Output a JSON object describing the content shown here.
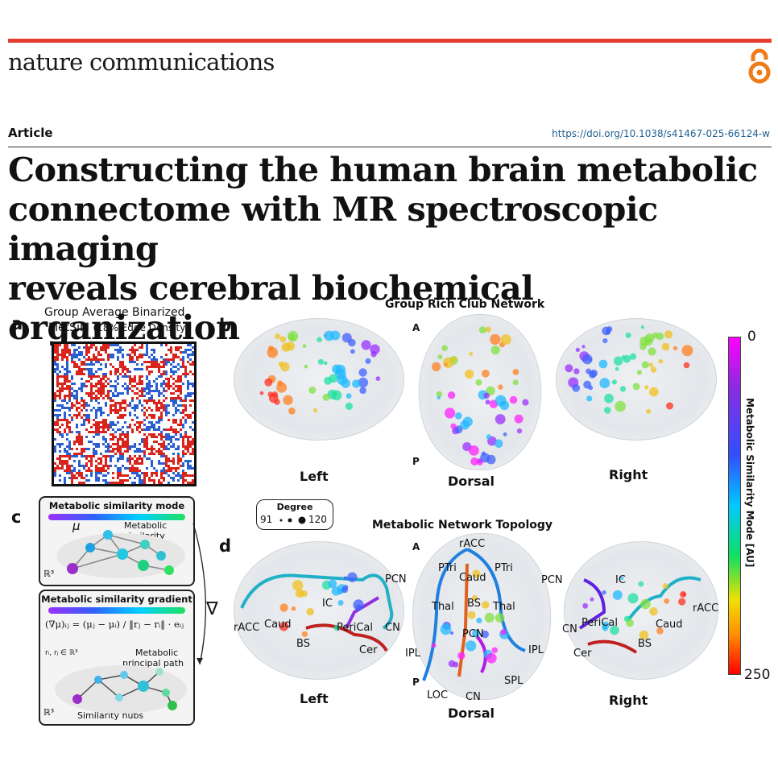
{
  "header": {
    "journal": "nature communications",
    "article_type": "Article",
    "doi": "https://doi.org/10.1038/s41467-025-66124-w",
    "title_lines": [
      "Constructing the human brain metabolic",
      "connectome with MR spectroscopic imaging",
      "reveals cerebral biochemical organization"
    ]
  },
  "figure": {
    "panel_a": {
      "letter": "a",
      "title_line1": "Group Average Binarized",
      "title_line2_main": "MetSiM",
      "title_line2_note": "(18% Edge Density)"
    },
    "panel_b": {
      "letter": "b",
      "title": "Group Rich Club Network",
      "view_left": "Left",
      "view_dorsal": "Dorsal",
      "view_right": "Right",
      "axis_a": "A",
      "axis_p": "P"
    },
    "panel_c": {
      "letter": "c",
      "box1_title": "Metabolic similarity mode",
      "box1_mu": "μ",
      "box1_annot1": "Metabolic",
      "box1_annot2": "similarity",
      "box1_space": "ℝ³",
      "box2_title": "Metabolic similarity gradient",
      "box2_formula": "(∇μ)ᵢⱼ = (μⱼ − μᵢ) / ‖rⱼ − rᵢ‖ · eᵢⱼ",
      "box2_domain": "rᵢ, rⱼ ∈ ℝ³",
      "box2_annot1": "Metabolic",
      "box2_annot2": "principal path",
      "box2_annot3": "Similarity hubs",
      "box2_space": "ℝ³",
      "nabla": "∇"
    },
    "degree_legend": {
      "title": "Degree",
      "min": "91",
      "max": "120"
    },
    "panel_d": {
      "letter": "d",
      "title": "Metabolic Network Topology",
      "view_left": "Left",
      "view_dorsal": "Dorsal",
      "view_right": "Right",
      "axis_a": "A",
      "axis_p": "P",
      "left_labels": [
        "PCN",
        "IC",
        "rACC",
        "Caud",
        "PeriCal",
        "CN",
        "BS",
        "Cer"
      ],
      "dorsal_labels": [
        "rACC",
        "PTri",
        "PTri",
        "Caud",
        "Thal",
        "BS",
        "Thal",
        "PCN",
        "IPL",
        "IPL",
        "SPL",
        "LOC",
        "CN"
      ],
      "right_labels": [
        "PCN",
        "IC",
        "CN",
        "PeriCal",
        "rACC",
        "Caud",
        "BS",
        "Cer"
      ]
    },
    "colorbar": {
      "title": "Metabolic Similarity Mode [AU]",
      "min": "0",
      "max": "250"
    }
  }
}
